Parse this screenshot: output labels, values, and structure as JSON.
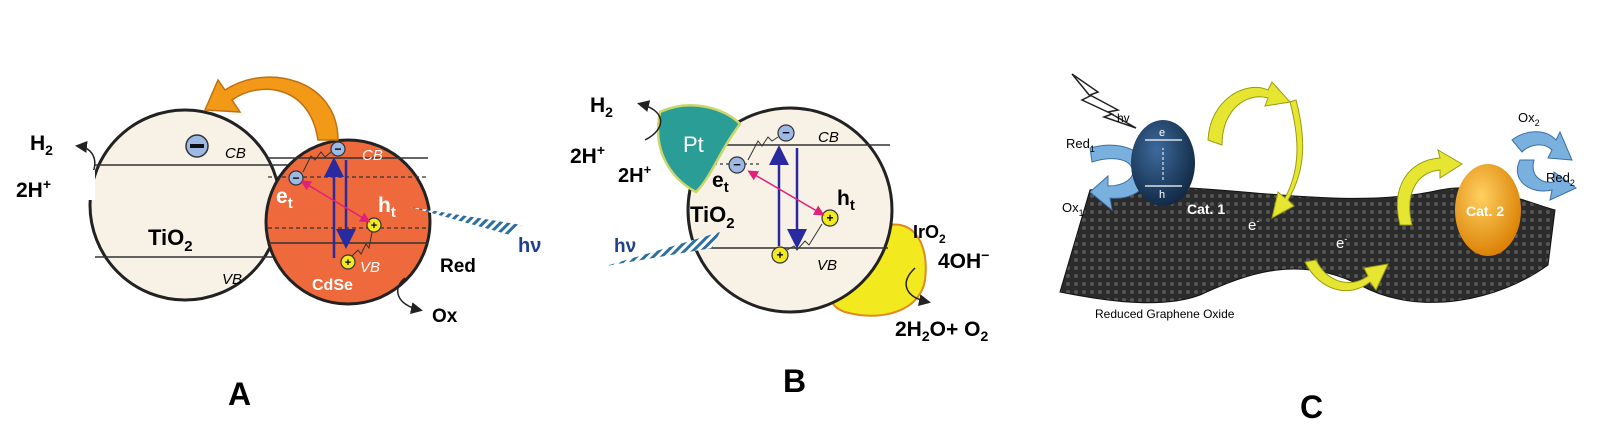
{
  "panel_a": {
    "letter": "A",
    "h2": "H",
    "h2_sub": "2",
    "two_h": "2H",
    "plus": "+",
    "cb_tio2": "CB",
    "tio2": "TiO",
    "tio2_sub": "2",
    "vb_tio2": "VB",
    "cb_cdse": "CB",
    "e": "e",
    "e_sub": "t",
    "h": "h",
    "h_sub": "t",
    "vb_cdse": "VB",
    "cdse": "CdSe",
    "hv": "hν",
    "red": "Red",
    "ox": "Ox"
  },
  "panel_b": {
    "letter": "B",
    "h2": "H",
    "h2_sub": "2",
    "two_h_left": "2H",
    "plus": "+",
    "two_h_pt": "2H",
    "pt": "Pt",
    "cb": "CB",
    "e": "e",
    "e_sub": "t",
    "tio2": "TiO",
    "tio2_sub": "2",
    "h": "h",
    "h_sub": "t",
    "vb": "VB",
    "hv": "hν",
    "iro2": "IrO",
    "iro2_sub": "2",
    "oh": "4OH",
    "minus": "−",
    "water": "2H",
    "water_sub": "2",
    "water_mid": "O+ O",
    "water_sub2": "2"
  },
  "panel_c": {
    "letter": "C",
    "hv": "hv",
    "red1": "Red",
    "red1_sub": "1",
    "ox1": "Ox",
    "ox1_sub": "1",
    "cat1": "Cat. 1",
    "e_level": "e",
    "h_level": "h",
    "electron1": "e",
    "electron_sup": "-",
    "electron2": "e",
    "cat2": "Cat. 2",
    "ox2": "Ox",
    "ox2_sub": "2",
    "red2": "Red",
    "red2_sub": "2",
    "graphene": "Reduced Graphene Oxide"
  },
  "colors": {
    "tio2_fill": "#f7f1e6",
    "cdse_fill": "#ee6a3c",
    "pt_fill": "#2a9d96",
    "iro2_fill": "#f2ea1e",
    "band_arrow": "#2a2aa0",
    "pink_arrow": "#e0207a",
    "orange_arrow": "#f29a18",
    "cat1_fill": "#1e3f66",
    "cat2_fill": "#f0a020",
    "yellow_arrow": "#e6e632",
    "blue_arrow": "#7ab0de"
  }
}
